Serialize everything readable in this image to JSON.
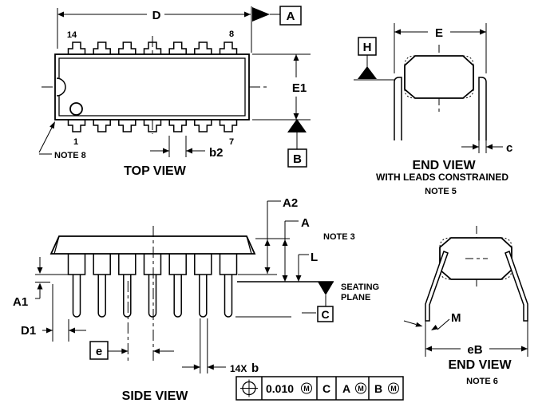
{
  "colors": {
    "ink": "#000000",
    "background": "#ffffff"
  },
  "top_view": {
    "title": "TOP VIEW",
    "dim_d": "D",
    "dim_e1": "E1",
    "dim_b2": "b2",
    "pin_top_left": "14",
    "pin_top_right": "8",
    "pin_bottom_left": "1",
    "pin_bottom_right": "7",
    "note": "NOTE 8",
    "datum_a": "A",
    "datum_b": "B"
  },
  "end_view_constrained": {
    "title": "END VIEW",
    "subtitle": "WITH LEADS CONSTRAINED",
    "note": "NOTE 5",
    "dim_e": "E",
    "dim_c": "c",
    "datum_h": "H"
  },
  "side_view": {
    "title": "SIDE VIEW",
    "dim_a2": "A2",
    "dim_a": "A",
    "dim_l": "L",
    "dim_a1": "A1",
    "dim_d1": "D1",
    "dim_e": "e",
    "dim_b_count": "14X",
    "dim_b": "b",
    "note3": "NOTE 3",
    "seating_line1": "SEATING",
    "seating_line2": "PLANE",
    "datum_c": "C"
  },
  "end_view_spread": {
    "title": "END VIEW",
    "note": "NOTE 6",
    "dim_m": "M",
    "dim_eb": "eB"
  },
  "tolerance_frame": {
    "tolerance": "0.010",
    "modifier1": "M",
    "datum1": "C",
    "datum2": "A",
    "modifier2": "M",
    "datum3": "B",
    "modifier3": "M"
  }
}
